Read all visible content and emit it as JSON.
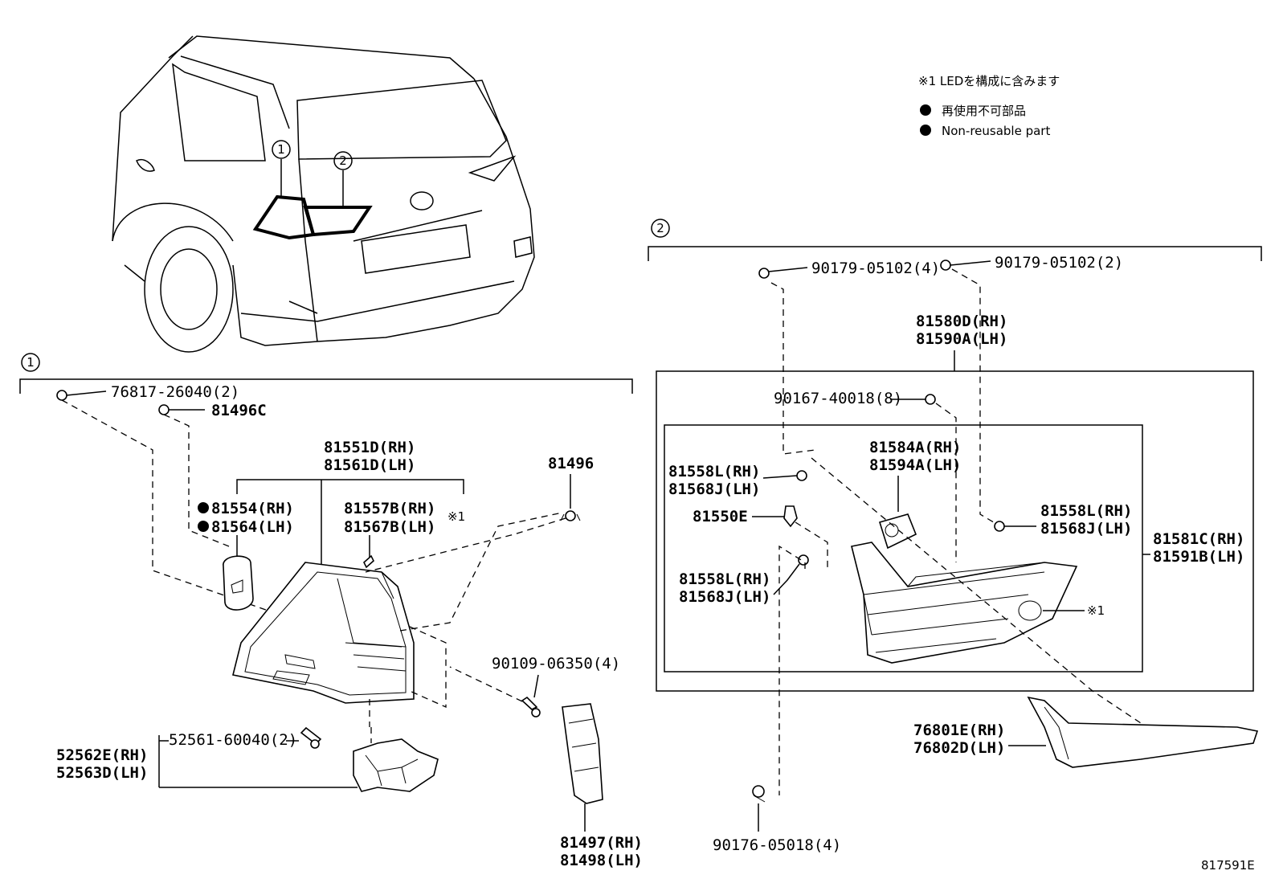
{
  "notes": {
    "led_note": "※1 LEDを構成に含みます",
    "non_reusable_ja": "再使用不可部品",
    "non_reusable_en": "Non-reusable part"
  },
  "callouts": {
    "one": "1",
    "two": "2"
  },
  "group1_parts": {
    "p76817": "76817-26040(2)",
    "p81496c": "81496C",
    "p81551d": "81551D(RH)",
    "p81561d": "81561D(LH)",
    "p81554": "81554(RH)",
    "p81564": "81564(LH)",
    "p81557b": "81557B(RH)",
    "p81567b": "81567B(LH)",
    "ref1": "※1",
    "p81496": "81496",
    "p90109": "90109-06350(4)",
    "p52561": "52561-60040(2)",
    "p52562e": "52562E(RH)",
    "p52563d": "52563D(LH)",
    "p81497": "81497(RH)",
    "p81498": "81498(LH)"
  },
  "group2_parts": {
    "p90179a": "90179-05102(4)",
    "p90179b": "90179-05102(2)",
    "p81580d": "81580D(RH)",
    "p81590a": "81590A(LH)",
    "p90167": "90167-40018(8)",
    "p81584a": "81584A(RH)",
    "p81594a": "81594A(LH)",
    "p81558l_a": "81558L(RH)",
    "p81568j_a": "81568J(LH)",
    "p81550e": "81550E",
    "p81558l_b": "81558L(RH)",
    "p81568j_b": "81568J(LH)",
    "p81558l_c": "81558L(RH)",
    "p81568j_c": "81568J(LH)",
    "p81581c": "81581C(RH)",
    "p81591b": "81591B(LH)",
    "ref1": "※1",
    "p76801e": "76801E(RH)",
    "p76802d": "76802D(LH)",
    "p90176": "90176-05018(4)"
  },
  "figure_id": "817591E"
}
